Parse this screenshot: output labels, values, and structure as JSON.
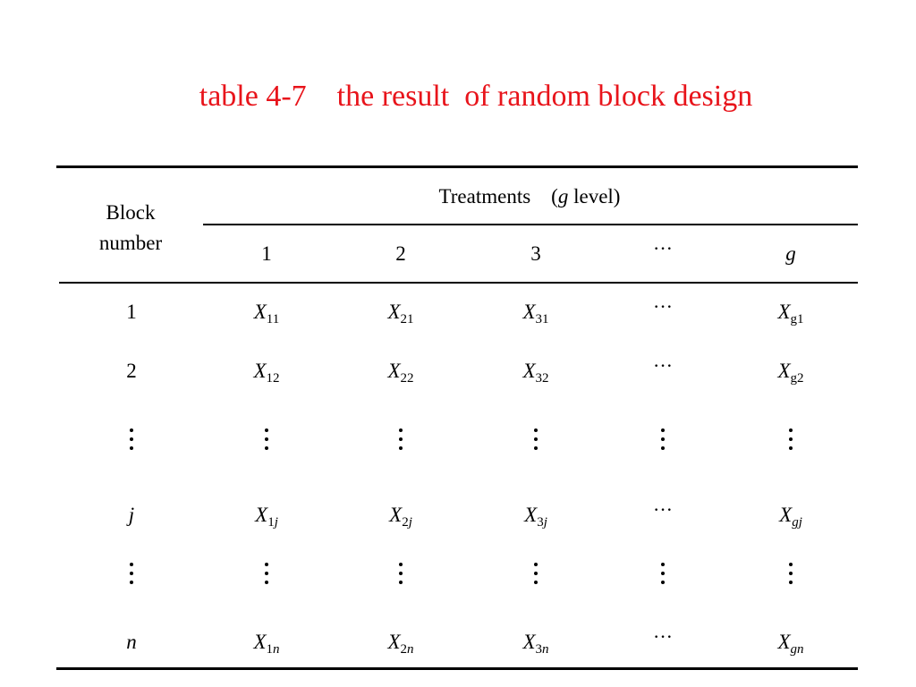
{
  "title": "table 4-7    the result  of random block design",
  "colors": {
    "title": "#e8141b",
    "text": "#000000",
    "background": "#ffffff"
  },
  "header": {
    "block_line1": "Block",
    "block_line2": "number",
    "treatments_prefix": "Treatments    (",
    "treatments_var": "g",
    "treatments_suffix": " level)",
    "columns": [
      "1",
      "2",
      "3",
      "···",
      "g"
    ]
  },
  "rows": [
    {
      "block": "1",
      "cells": [
        {
          "base": "X",
          "sub": "11"
        },
        {
          "base": "X",
          "sub": "21"
        },
        {
          "base": "X",
          "sub": "31"
        },
        {
          "text": "···"
        },
        {
          "base": "X",
          "sub": "g1"
        }
      ]
    },
    {
      "block": "2",
      "cells": [
        {
          "base": "X",
          "sub": "12"
        },
        {
          "base": "X",
          "sub": "22"
        },
        {
          "base": "X",
          "sub": "32"
        },
        {
          "text": "···"
        },
        {
          "base": "X",
          "sub": "g2"
        }
      ]
    },
    {
      "block": "⋮",
      "cells": [
        {
          "text": "⋮"
        },
        {
          "text": "⋮"
        },
        {
          "text": "⋮"
        },
        {
          "text": "⋮"
        },
        {
          "text": "⋮"
        }
      ]
    },
    {
      "block": "j",
      "cells": [
        {
          "base": "X",
          "sub": "1",
          "subvar": "j"
        },
        {
          "base": "X",
          "sub": "2",
          "subvar": "j"
        },
        {
          "base": "X",
          "sub": "3",
          "subvar": "j"
        },
        {
          "text": "···"
        },
        {
          "base": "X",
          "sub": "",
          "subvar": "gj"
        }
      ]
    },
    {
      "block": "⋮",
      "cells": [
        {
          "text": "⋮"
        },
        {
          "text": "⋮"
        },
        {
          "text": "⋮"
        },
        {
          "text": "⋮"
        },
        {
          "text": "⋮"
        }
      ]
    },
    {
      "block": "n",
      "cells": [
        {
          "base": "X",
          "sub": "1",
          "subvar": "n"
        },
        {
          "base": "X",
          "sub": "2",
          "subvar": "n"
        },
        {
          "base": "X",
          "sub": "3",
          "subvar": "n"
        },
        {
          "text": "···"
        },
        {
          "base": "X",
          "sub": "",
          "subvar": "gn"
        }
      ]
    }
  ]
}
